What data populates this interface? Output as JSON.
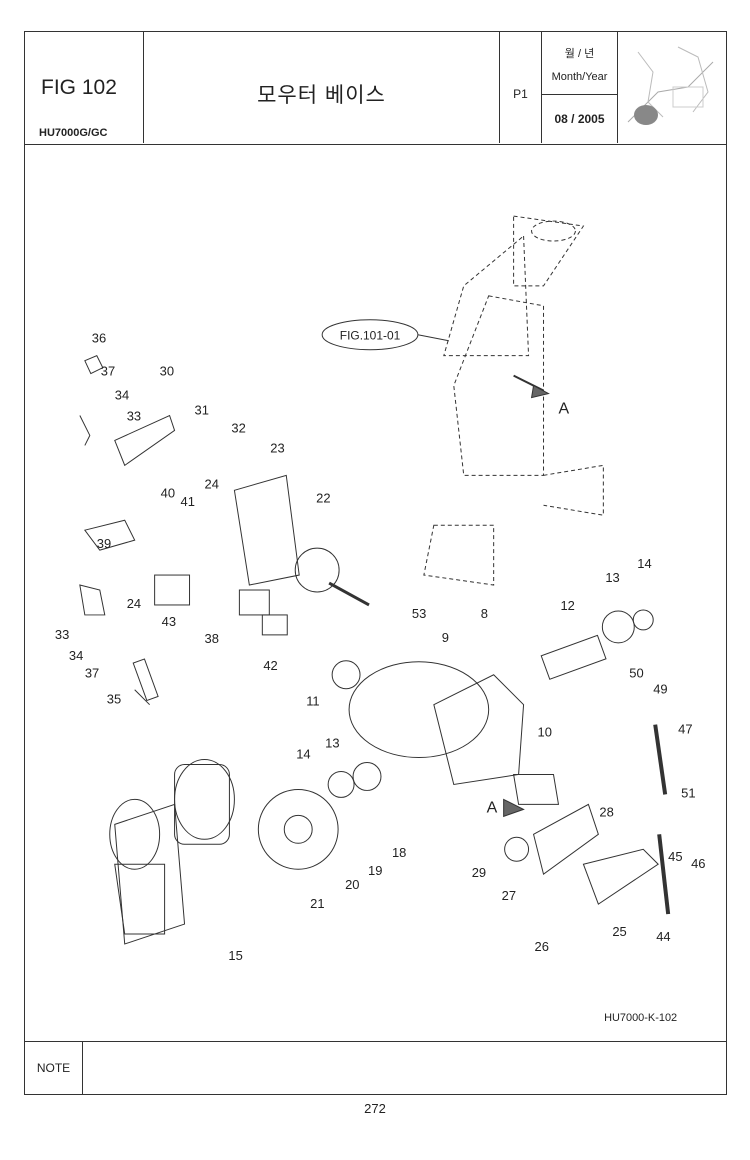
{
  "header": {
    "fig": "FIG 102",
    "model": "HU7000G/GC",
    "title": "모우터 베이스",
    "page": "P1",
    "month_year_korean": "월 / 년",
    "month_year": "Month/Year",
    "date": "08 / 2005"
  },
  "drawing": {
    "ref_label": "FIG.101-01",
    "view_arrow_label": "A",
    "drawing_code": "HU7000-K-102",
    "callouts": [
      "36",
      "37",
      "34",
      "33",
      "30",
      "31",
      "32",
      "23",
      "22",
      "24",
      "40",
      "41",
      "39",
      "24",
      "43",
      "38",
      "42",
      "33",
      "34",
      "37",
      "35",
      "53",
      "8",
      "9",
      "12",
      "13",
      "14",
      "11",
      "10",
      "50",
      "49",
      "47",
      "14",
      "13",
      "51",
      "28",
      "29",
      "27",
      "45",
      "46",
      "25",
      "44",
      "26",
      "18",
      "19",
      "20",
      "21",
      "15"
    ]
  },
  "note": {
    "label": "NOTE"
  },
  "footer": {
    "page_number": "272"
  }
}
